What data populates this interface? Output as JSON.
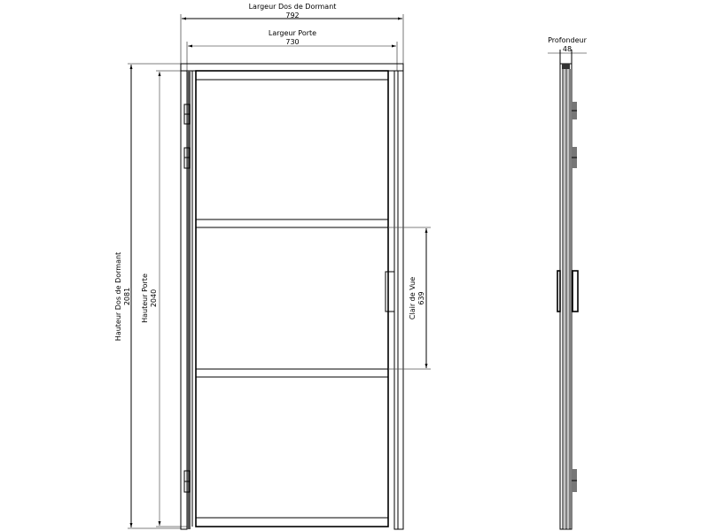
{
  "front_view": {
    "overall_width": {
      "label": "Largeur Dos de Dormant",
      "value": "792"
    },
    "door_width": {
      "label": "Largeur Porte",
      "value": "730"
    },
    "overall_height": {
      "label": "Hauteur Dos de Dormant",
      "value": "2081"
    },
    "door_height": {
      "label": "Hauteur Porte",
      "value": "2040"
    },
    "clear_view": {
      "label": "Clair de Vue",
      "value": "639"
    }
  },
  "side_view": {
    "depth": {
      "label": "Profondeur",
      "value": "48"
    }
  }
}
